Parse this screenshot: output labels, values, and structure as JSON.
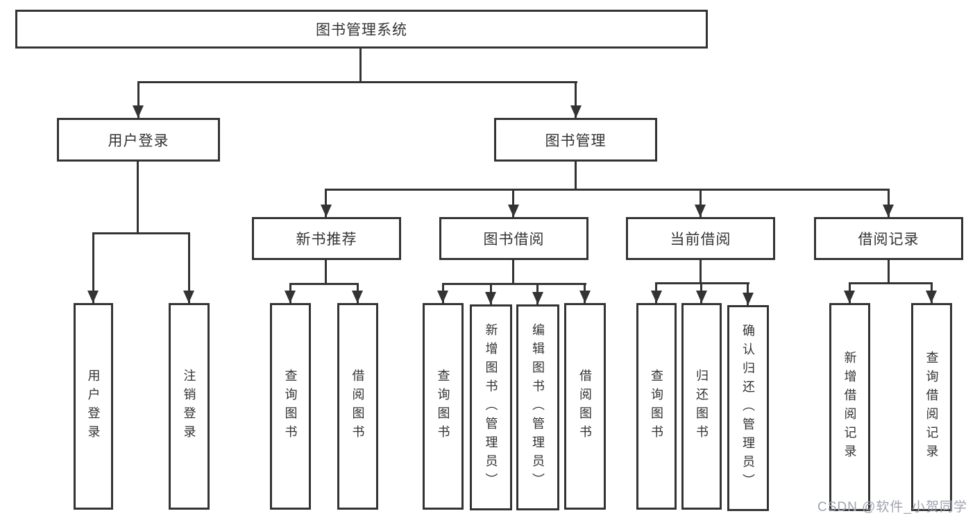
{
  "diagram": {
    "title": "图书管理系统",
    "root": {
      "label": "图书管理系统"
    },
    "level2": [
      {
        "label": "用户登录",
        "children": [
          {
            "label": "用户登录"
          },
          {
            "label": "注销登录"
          }
        ]
      },
      {
        "label": "图书管理",
        "children": [
          {
            "label": "新书推荐",
            "children": [
              {
                "label": "查询图书"
              },
              {
                "label": "借阅图书"
              }
            ]
          },
          {
            "label": "图书借阅",
            "children": [
              {
                "label": "查询图书"
              },
              {
                "label": "新增图书（管理员）"
              },
              {
                "label": "编辑图书（管理员）"
              },
              {
                "label": "借阅图书"
              }
            ]
          },
          {
            "label": "当前借阅",
            "children": [
              {
                "label": "查询图书"
              },
              {
                "label": "归还图书"
              },
              {
                "label": "确认归还（管理员）"
              }
            ]
          },
          {
            "label": "借阅记录",
            "children": [
              {
                "label": "新增借阅记录"
              },
              {
                "label": "查询借阅记录"
              }
            ]
          }
        ]
      }
    ]
  },
  "watermark": {
    "text": "CSDN @软件_小贺同学"
  },
  "colors": {
    "line": "#333333",
    "text": "#333333",
    "watermark": "#9fa3b0",
    "background": "#ffffff"
  }
}
